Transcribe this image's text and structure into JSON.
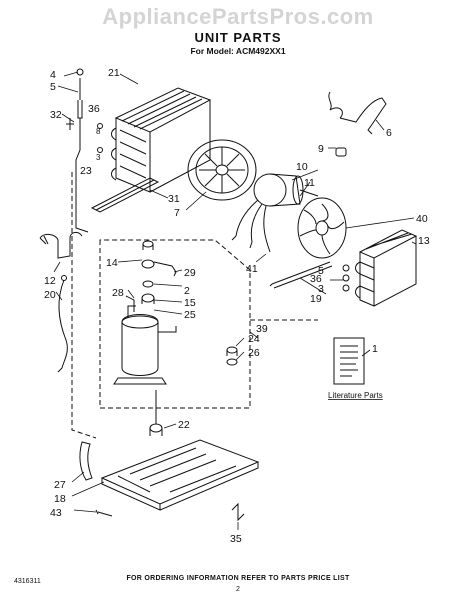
{
  "watermark": "AppliancePartsPros.com",
  "title": "UNIT PARTS",
  "subtitle": "For Model: ACM492XX1",
  "literature_label": "Literature Parts",
  "footer": {
    "doc_number": "4316311",
    "ordering_note": "FOR ORDERING INFORMATION REFER TO PARTS PRICE LIST",
    "page_number": "2"
  },
  "callouts": [
    "4",
    "5",
    "36",
    "32",
    "8",
    "3",
    "23",
    "21",
    "6",
    "9",
    "10",
    "11",
    "31",
    "7",
    "40",
    "13",
    "14",
    "29",
    "2",
    "15",
    "25",
    "28",
    "12",
    "20",
    "41",
    "36",
    "3",
    "5",
    "19",
    "39",
    "24",
    "26",
    "1",
    "22",
    "27",
    "18",
    "43",
    "35"
  ]
}
